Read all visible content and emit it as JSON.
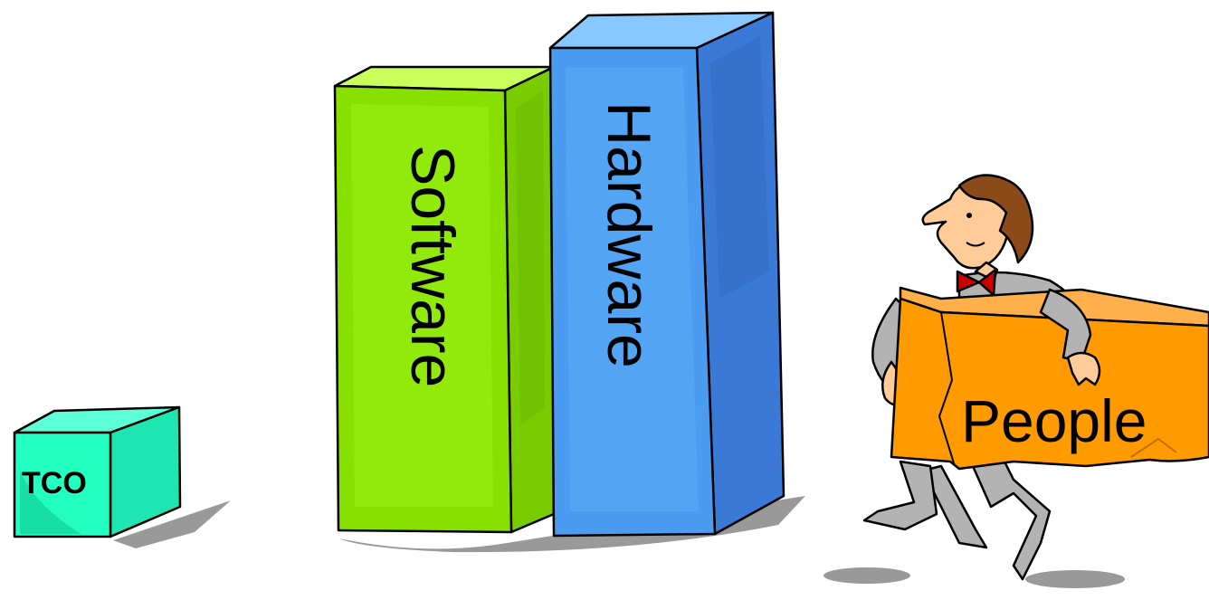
{
  "blocks": {
    "tco": {
      "label": "TCO",
      "color": "#22ffc0"
    },
    "software": {
      "label": "Software",
      "color": "#88e000"
    },
    "hardware": {
      "label": "Hardware",
      "color": "#4499ee"
    },
    "people": {
      "label": "People",
      "color": "#ff9a00"
    }
  },
  "figure": {
    "skin": "#ffcc99",
    "hair": "#8a4a1a",
    "shirt": "#b3b3b3",
    "tie": "#cc0000"
  }
}
